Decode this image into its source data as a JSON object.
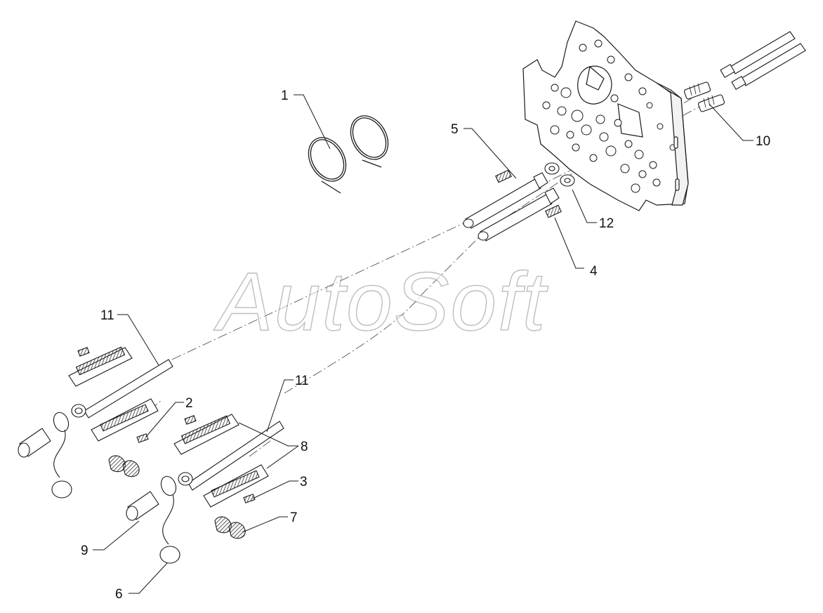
{
  "watermark": "AutoSoft",
  "callouts": [
    "1",
    "2",
    "3",
    "4",
    "5",
    "6",
    "7",
    "8",
    "9",
    "10",
    "11",
    "11",
    "12"
  ],
  "colors": {
    "line": "#1a1a1a",
    "hatch": "#333333",
    "watermark_stroke": "#8a8a8a"
  }
}
